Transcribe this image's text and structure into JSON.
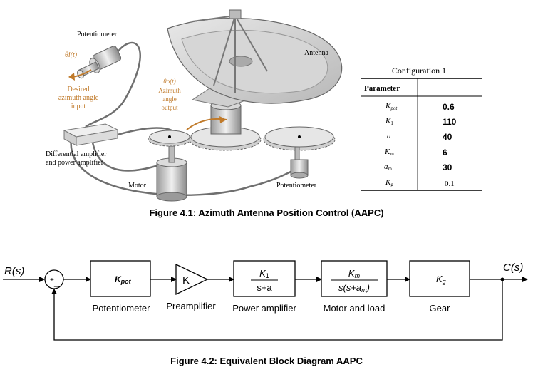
{
  "figure1": {
    "labels": {
      "potentiometer_top": "Potentiometer",
      "theta_i": "θi(t)",
      "desired_line1": "Desired",
      "desired_line2": "azimuth angle",
      "desired_line3": "input",
      "theta_o": "θo(t)",
      "output_line1": "Azimuth",
      "output_line2": "angle",
      "output_line3": "output",
      "antenna": "Antenna",
      "diff_amp_line1": "Differential amplifier",
      "diff_amp_line2": "and power amplifier",
      "motor": "Motor",
      "potentiometer_bottom": "Potentiometer"
    },
    "caption": "Figure 4.1: Azimuth Antenna Position Control (AAPC)"
  },
  "config_table": {
    "title": "Configuration 1",
    "header": "Parameter",
    "rows": [
      {
        "param": "Kpot",
        "value": "0.6"
      },
      {
        "param": "K1",
        "value": "110"
      },
      {
        "param": "a",
        "value": "40"
      },
      {
        "param": "Km",
        "value": "6"
      },
      {
        "param": "am",
        "value": "30"
      },
      {
        "param": "Kg",
        "value": "0.1"
      }
    ]
  },
  "figure2": {
    "input": "R(s)",
    "output": "C(s)",
    "sum_plus": "+",
    "sum_minus": "_",
    "blocks": {
      "kpot": "Kpot",
      "preamp": "K",
      "power_num": "K1",
      "power_den": "s+a",
      "motor_num": "Km",
      "motor_den": "s(s+am)",
      "gear": "Kg"
    },
    "block_labels": {
      "kpot": "Potentiometer",
      "preamp": "Preamplifier",
      "power": "Power amplifier",
      "motor": "Motor and load",
      "gear": "Gear"
    },
    "caption": "Figure 4.2: Equivalent Block Diagram AAPC"
  }
}
